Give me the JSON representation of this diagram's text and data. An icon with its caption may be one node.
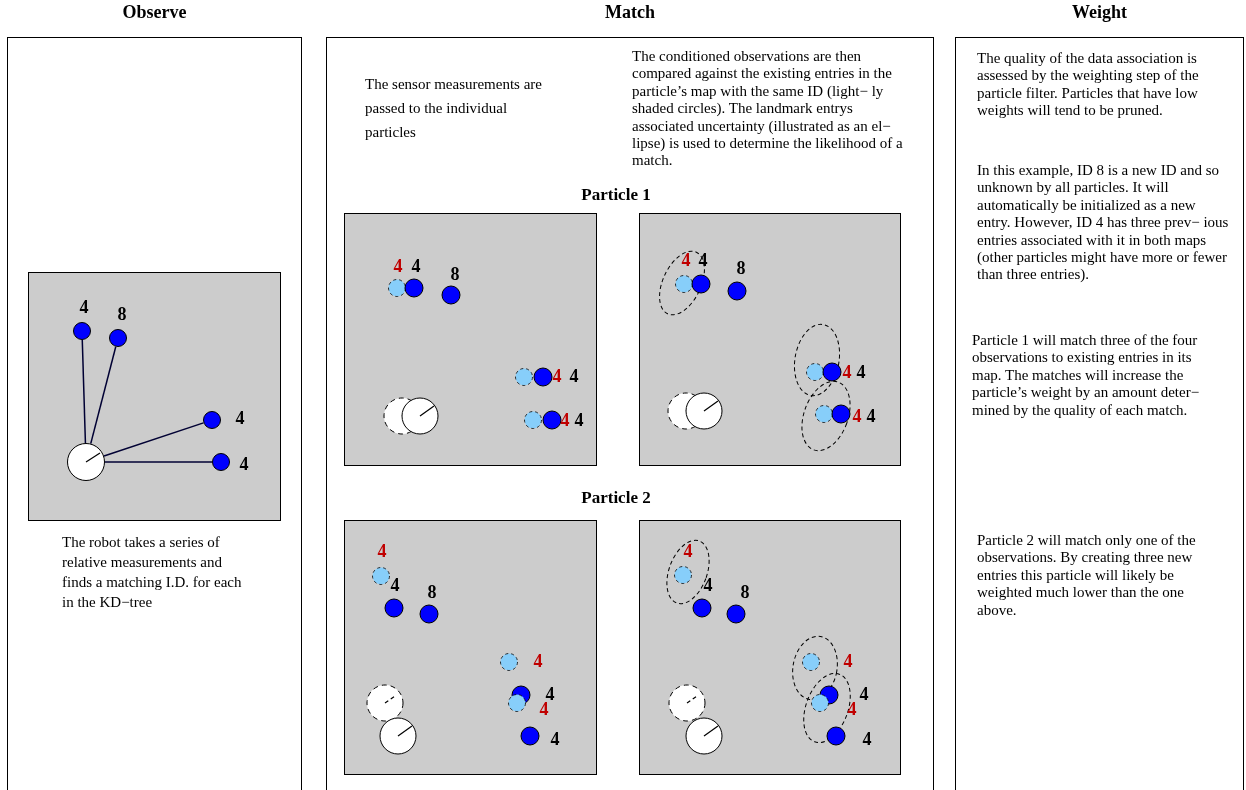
{
  "diagram": {
    "nodes": [
      {
        "text": [
          "Observe",
          "The robot takes a series of relative measurements and finds a matching I.D. for each in the KD−tree"
        ]
      },
      {
        "text": [],
        "shape": "box",
        "in": 0
      },
      {
        "text": [],
        "shape": "circle",
        "in": 1
      },
      {
        "text": [],
        "shape": "circle",
        "in": 1,
        "beside": [
          "4"
        ]
      },
      {
        "text": [],
        "shape": "circle",
        "in": 1,
        "beside": [
          "8"
        ]
      },
      {
        "text": [],
        "shape": "circle",
        "in": 1,
        "beside": [
          "4"
        ]
      },
      {
        "text": [],
        "shape": "circle",
        "in": 1,
        "beside": [
          "4"
        ]
      },
      {
        "text": [
          "Match",
          "The sensor measurements are passed to the individual particles",
          "The conditioned observations are then compared against the existing entries in the particle’s map with the same ID (light− ly shaded circles). The landmark entrys associated uncertainty (illustrated as an el− lipse) is used to determine the likelihood of a match."
        ]
      },
      {
        "text": [],
        "shape": "box",
        "in": 7
      },
      {
        "text": [],
        "shape": "box",
        "in": 7
      },
      {
        "text": [],
        "shape": "box",
        "in": 7
      },
      {
        "text": [],
        "shape": "box",
        "in": 7
      },
      {
        "text": [
          "Weight",
          "The quality of the data association is assessed by the weighting step of the particle filter. Particles that have low weights will tend to be pruned.",
          "In this example, ID 8 is a new ID and so unknown by all particles. It will automatically be initialized as a new entry. However, ID 4 has three prev− ious entries associated with it in both maps (other particles might have more or fewer than three entries).",
          "Particle 1 will match three of the four observations to existing entries in its map. The matches will increase the particle’s weight by an amount deter− mined by the quality of each match.",
          "Particle 2 will match only one of the observations. By creating three new entries this particle will likely be weighted much lower than the one above."
        ]
      }
    ],
    "edges": [
      {
        "from": 2,
        "to": 3,
        "arrow": "none"
      },
      {
        "from": 2,
        "to": 4,
        "arrow": "none"
      },
      {
        "from": 2,
        "to": 5,
        "arrow": "none"
      },
      {
        "from": 2,
        "to": 6,
        "arrow": "none"
      }
    ],
    "labels": [
      "Particle 1",
      "4",
      "4",
      "8",
      "4",
      "4",
      "4",
      "4",
      "4",
      "4",
      "8",
      "4",
      "4",
      "4",
      "4",
      "Particle 2",
      "4",
      "4",
      "8",
      "4",
      "4",
      "4",
      "4",
      "4",
      "4",
      "8",
      "4",
      "4",
      "4",
      "4"
    ]
  }
}
